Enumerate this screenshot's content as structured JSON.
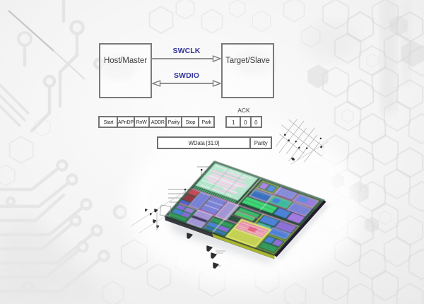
{
  "diagram": {
    "host_label": "Host/Master",
    "target_label": "Target/Slave",
    "signals": [
      {
        "name": "SWCLK",
        "direction": "host-to-target"
      },
      {
        "name": "SWDIO",
        "direction": "bidirectional"
      }
    ],
    "packet_fields": [
      "Start",
      "APnDP",
      "RnW",
      "ADDR",
      "Parity",
      "Stop",
      "Park"
    ],
    "ack": {
      "label": "ACK",
      "bits": [
        "1",
        "0",
        "0"
      ]
    },
    "wdata": {
      "label": "WData [31:0]",
      "parity": "Parity"
    }
  },
  "colors": {
    "signal_label": "#323399",
    "box_border": "#7a7a7a",
    "table_border": "#757575",
    "text": "#3f3f3f",
    "background": "#f1f1f1"
  }
}
